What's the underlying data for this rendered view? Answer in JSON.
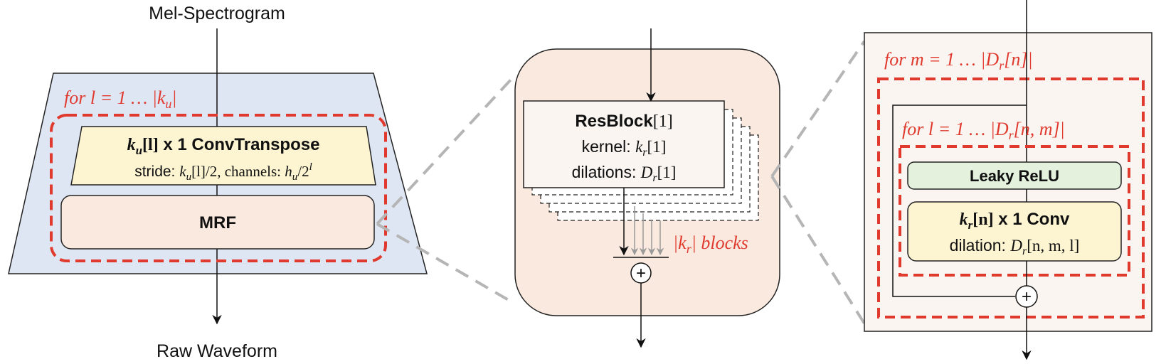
{
  "left": {
    "input_label": "Mel-Spectrogram",
    "output_label": "Raw Waveform",
    "loop_label": "for  l = 1  … |k",
    "loop_label_sub": "u",
    "loop_label_end": "|",
    "conv_title_a": "k",
    "conv_title_sub": "u",
    "conv_title_b": "[l]",
    "conv_title_c": " x 1  ConvTranspose",
    "conv_detail_a": "stride: ",
    "conv_detail_k": "k",
    "conv_detail_k_sub": "u",
    "conv_detail_b": "[l]/2, channels: ",
    "conv_detail_h": "h",
    "conv_detail_h_sub": "u",
    "conv_detail_c": "/2",
    "conv_detail_exp": "l",
    "mrf_label": "MRF"
  },
  "middle": {
    "resblock_title_a": "ResBlock",
    "resblock_title_b": "[1]",
    "kernel_a": "kernel: ",
    "kernel_k": "k",
    "kernel_sub": "r",
    "kernel_b": "[1]",
    "dilations_a": "dilations: ",
    "dilations_d": "D",
    "dilations_sub": "r",
    "dilations_b": "[1]",
    "blocks_a": "|k",
    "blocks_sub": "r",
    "blocks_b": "| blocks",
    "sum_symbol": "+"
  },
  "right": {
    "outer_loop_a": "for  m = 1  … |D",
    "outer_loop_sub": "r",
    "outer_loop_b": "[n]|",
    "inner_loop_a": "for  l = 1  … |D",
    "inner_loop_sub": "r",
    "inner_loop_b": "[n, m]|",
    "relu_label": "Leaky ReLU",
    "conv_title_a": "k",
    "conv_title_sub": "r",
    "conv_title_b": "[n]",
    "conv_title_c": " x 1  Conv",
    "dilation_a": "dilation: ",
    "dilation_d": "D",
    "dilation_sub": "r",
    "dilation_b": "[n, m, l]",
    "sum_symbol": "+"
  },
  "colors": {
    "blue_panel": "#dfe6f3",
    "peach": "#fae9df",
    "yellow": "#fdf5d2",
    "green": "#e4f1dd",
    "light_panel": "#faf5f1",
    "red_dash": "#e03a2f"
  }
}
